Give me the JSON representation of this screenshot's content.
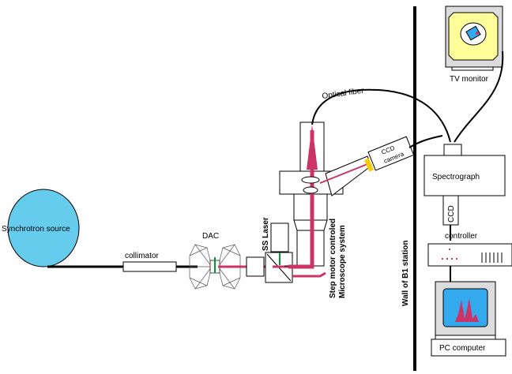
{
  "labels": {
    "synchrotron_source": "Synchrotron source",
    "collimator": "collimator",
    "dac": "DAC",
    "ss_laser": "SS Laser",
    "step_motor_line1": "Step motor controled",
    "step_motor_line2": "Microscope system",
    "ccd_camera_line1": "CCD",
    "ccd_camera_line2": "camera",
    "optical_fiber": "Optical fiber",
    "spectrograph": "Spectrograph",
    "ccd": "CCD",
    "controller": "controller",
    "tv_monitor": "TV monitor",
    "pc_computer": "PC computer",
    "wall": "Wall of B1 station"
  },
  "colors": {
    "source_fill": "#66ccee",
    "laser_beam": "#cc3366",
    "green_marker": "#009933",
    "yellow_marker": "#ffcc00",
    "screen_fill": "#ffff99",
    "screen_frame": "#dcdcdc",
    "pc_screen": "#33aaee",
    "pc_peak": "#cc3366",
    "controller_dots": "#cc3366"
  }
}
